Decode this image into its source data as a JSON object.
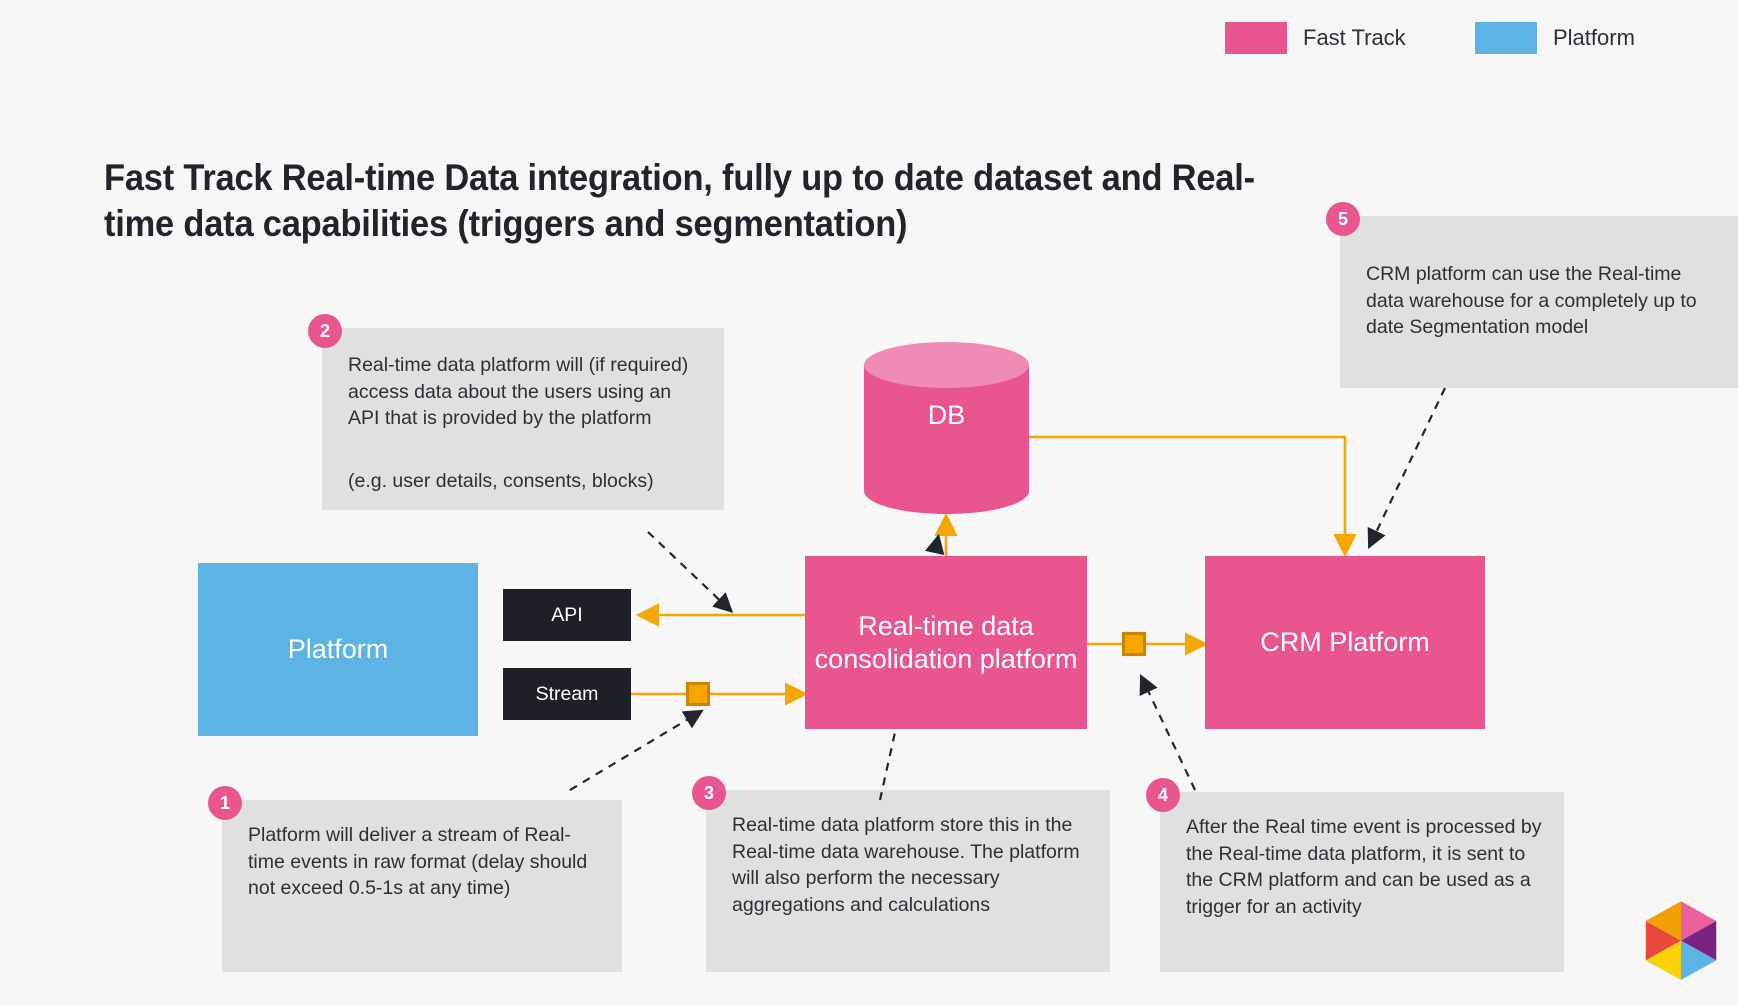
{
  "legend": {
    "items": [
      {
        "label": "Fast Track",
        "color": "#e8558f"
      },
      {
        "label": "Platform",
        "color": "#5cb3e4"
      }
    ]
  },
  "title": "Fast Track Real-time Data integration, fully up to date dataset and Real-time data capabilities (triggers and segmentation)",
  "nodes": {
    "platform": "Platform",
    "api": "API",
    "stream": "Stream",
    "consolidation": "Real-time data consolidation platform",
    "db": "DB",
    "crm": "CRM Platform"
  },
  "callouts": [
    {
      "number": "1",
      "text": "Platform will deliver a stream of Real-time events in raw format (delay should not exceed 0.5-1s at any time)"
    },
    {
      "number": "2",
      "text": "Real-time data platform will (if required) access data about the users using an API that is provided by the platform",
      "text2": "(e.g. user details, consents, blocks)"
    },
    {
      "number": "3",
      "text": "Real-time data platform store this in the Real-time data warehouse. The platform will also perform the necessary aggregations and calculations"
    },
    {
      "number": "4",
      "text": "After the Real time event is processed by the Real-time data platform, it is sent to the CRM platform and can be used as a trigger for an activity"
    },
    {
      "number": "5",
      "text": "CRM platform can use the Real-time data warehouse for a completely up to date Segmentation model"
    }
  ],
  "colors": {
    "fast_track": "#e8558f",
    "platform": "#5cb3e4",
    "flow": "#f5a600",
    "chip": "#1d2026",
    "callout_bg": "#e0e0e0",
    "page_bg": "#f7f7f7"
  }
}
